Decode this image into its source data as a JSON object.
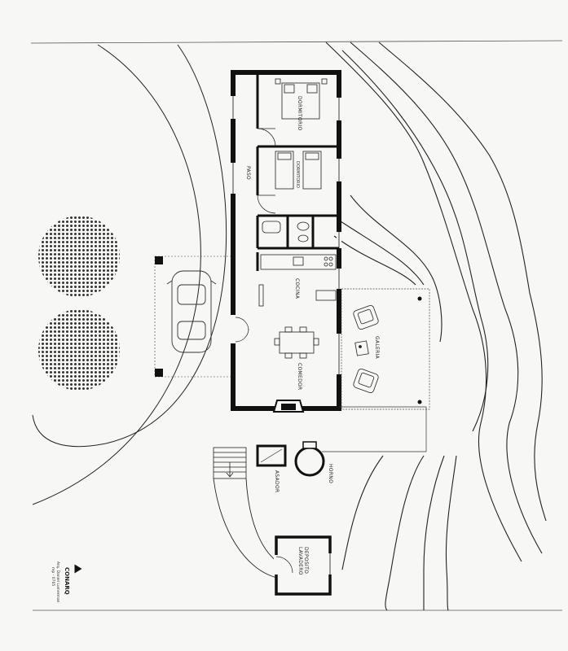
{
  "rooms": {
    "dormitorio_1": "DORMITORIO",
    "dormitorio_2": "DORMITORIO",
    "paso": "PASO",
    "cocina": "COCINA",
    "comedor": "COMEDOR",
    "galeria": "GALERIA",
    "asador": "ASADOR",
    "horno": "HORNO",
    "lavadero": "LAVADERO",
    "deposito": "DEPOSITO"
  },
  "logo": {
    "name": "CONARQ",
    "line1": "Arq. Daniel Lumerman",
    "line2": "mp - 0765"
  }
}
